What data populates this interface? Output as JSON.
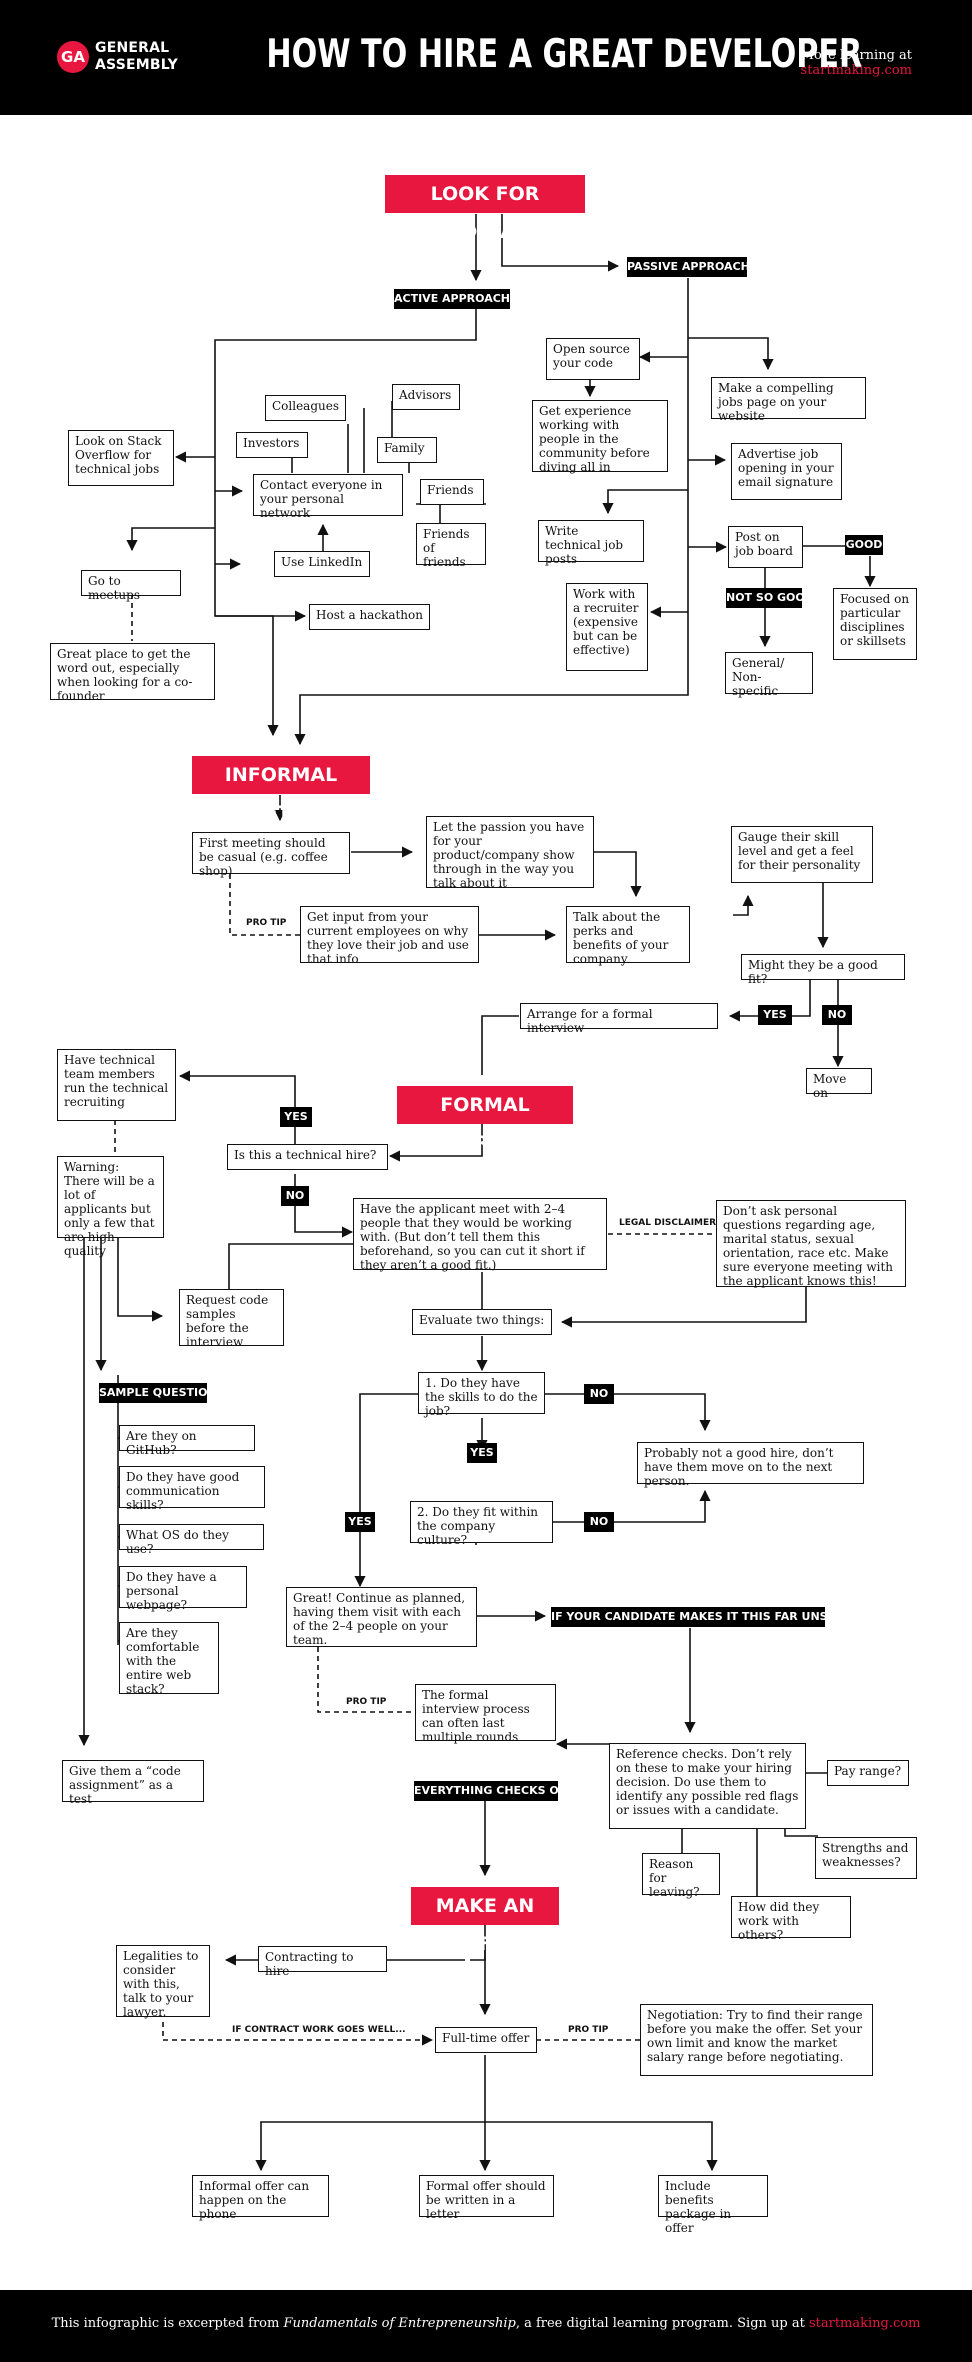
{
  "header": {
    "logo_mark": "GA",
    "logo_line1": "GENERAL",
    "logo_line2": "ASSEMBLY",
    "title": "HOW TO HIRE A GREAT DEVELOPER",
    "more_label": "More learning at",
    "more_link": "startmaking.com"
  },
  "colors": {
    "accent": "#e8173f",
    "ink": "#111111",
    "background": "#ffffff"
  },
  "sections": {
    "look": "LOOK FOR CANDIDATES",
    "informal": "INFORMAL MEETING",
    "formal": "FORMAL INTERVIEW",
    "offer": "MAKE AN OFFER"
  },
  "tags": {
    "active": "ACTIVE APPROACHES",
    "passive": "PASSIVE APPROACHES",
    "good": "GOOD",
    "not_so_good": "NOT SO GOOD",
    "yes": "YES",
    "no": "NO",
    "sample_questions": "SAMPLE QUESTIONS",
    "unscathed": "IF YOUR CANDIDATE MAKES IT THIS FAR UNSCATHED...",
    "checks_out": "EVERYTHING CHECKS OUT?"
  },
  "notes": {
    "pro_tip": "PRO TIP",
    "legal_disclaimer": "LEGAL DISCLAIMER",
    "contract_goes_well": "IF CONTRACT WORK GOES WELL..."
  },
  "active": {
    "stack_overflow": "Look on Stack Overflow for technical jobs",
    "colleagues": "Colleagues",
    "advisors": "Advisors",
    "investors": "Investors",
    "family": "Family",
    "friends": "Friends",
    "friends_of_friends": "Friends of friends",
    "contact_network": "Contact everyone in your personal network",
    "linkedin": "Use LinkedIn",
    "meetups": "Go to meetups",
    "meetups_note": "Great place to get the word out, especially when looking for a co-founder",
    "hackathon": "Host a hackathon"
  },
  "passive": {
    "open_source": "Open source your code",
    "experience": "Get experience working with people in the community before diving all in",
    "jobs_page": "Make a compelling jobs page on your website",
    "email_signature": "Advertise job opening in your email signature",
    "tech_posts": "Write technical job posts",
    "job_board": "Post on job board",
    "focused": "Focused on particular disciplines or skillsets",
    "recruiter": "Work with a recruiter (expensive but can be effective)",
    "general": "General/ Non-specific"
  },
  "informal": {
    "first_meeting": "First meeting should be casual (e.g. coffee shop)",
    "passion": "Let the passion you have for your product/company show through in the way you talk about it",
    "gauge": "Gauge their skill level and get a feel for their personality",
    "employee_input": "Get input from your current employees on why they love their job and use that info",
    "perks": "Talk about the perks and benefits of your company",
    "good_fit": "Might they be a good fit?",
    "arrange": "Arrange for a formal interview",
    "move_on": "Move on"
  },
  "formal": {
    "tech_team": "Have technical team members run the technical recruiting",
    "technical_hire": "Is this a technical hire?",
    "warning": "Warning: There will be a lot of applicants but only a few that are high quality",
    "meet_people": "Have the applicant meet with 2–4 people that they would be working with. (But don’t tell them this beforehand, so you can cut it short if they aren’t a good fit.)",
    "legal_text": "Don’t ask personal questions regarding age, marital status, sexual orientation, race etc. Make sure everyone meeting with the applicant knows this!",
    "code_samples": "Request code samples before the interview",
    "evaluate": "Evaluate two things:",
    "skills": "1. Do they have the skills to do the job?",
    "not_good_hire": "Probably not a good hire, don’t have them move on to the next person.",
    "culture": "2. Do they fit within the company culture?",
    "great": "Great! Continue as planned, having them visit with each of the 2–4 people on your team.",
    "last_rounds": "The formal interview process can often last multiple rounds",
    "reference": "Reference checks. Don’t rely on these to make your hiring decision. Do use them to identify any possible red flags or issues with a candidate.",
    "pay_range": "Pay range?",
    "strengths": "Strengths and weaknesses?",
    "reason_leaving": "Reason for leaving?",
    "work_with_others": "How did they work with others?",
    "code_assignment": "Give them a “code assignment” as a test",
    "questions": [
      "Are they on GitHub?",
      "Do they have good communication skills?",
      "What OS do they use?",
      "Do they have a personal webpage?",
      "Are they comfortable with the entire web stack?"
    ]
  },
  "offer": {
    "legalities": "Legalities to consider with this, talk to your lawyer.",
    "contracting": "Contracting to hire",
    "full_time": "Full-time offer",
    "negotiation": "Negotiation: Try to find their range before you make the offer. Set your own limit and know the market salary range before negotiating.",
    "informal_offer": "Informal offer can happen on the phone",
    "formal_offer": "Formal offer should be written in a letter",
    "benefits": "Include benefits package in offer"
  },
  "footer": {
    "prefix": "This infographic is excerpted from ",
    "book": "Fundamentals of Entrepreneurship",
    "middle": ", a free digital learning program. Sign up at ",
    "link": "startmaking.com"
  }
}
